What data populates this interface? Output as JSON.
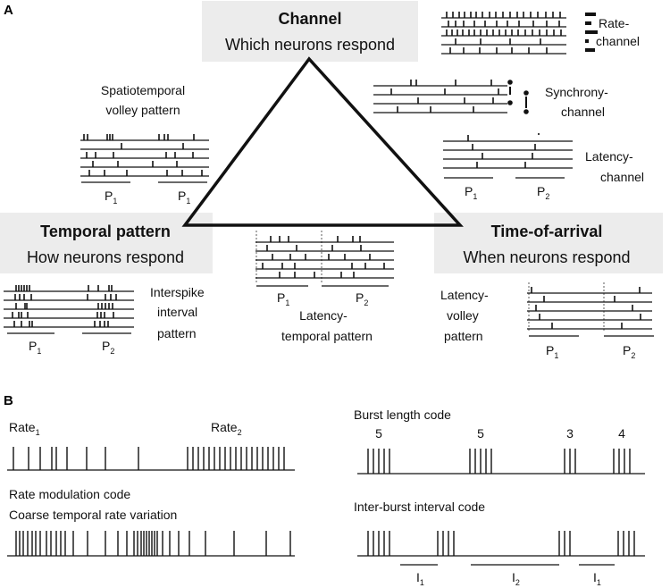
{
  "panels": {
    "a": "A",
    "b": "B"
  },
  "vertices": {
    "channel": {
      "title": "Channel",
      "subtitle": "Which neurons respond"
    },
    "temporal": {
      "title": "Temporal pattern",
      "subtitle": "How neurons respond"
    },
    "arrival": {
      "title": "Time-of-arrival",
      "subtitle": "When neurons respond"
    }
  },
  "codes_a": {
    "rate_channel": [
      "Rate-",
      "channel"
    ],
    "synchrony_channel": [
      "Synchrony-",
      "channel"
    ],
    "latency_channel": [
      "Latency-",
      "channel"
    ],
    "spatiotemporal": [
      "Spatiotemporal",
      "volley pattern"
    ],
    "isi": [
      "Interspike",
      "interval",
      "pattern"
    ],
    "latency_temporal": [
      "Latency-",
      "temporal pattern"
    ],
    "latency_volley": [
      "Latency-",
      "volley",
      "pattern"
    ],
    "p1": "P",
    "p2": "P",
    "sub1": "1",
    "sub2": "2"
  },
  "codes_b": {
    "rate_label": "Rate",
    "rate_sub1": "1",
    "rate_sub2": "2",
    "rate_mod": [
      "Rate modulation code",
      "Coarse temporal rate variation"
    ],
    "burst_length": "Burst length code",
    "burst_counts": [
      "5",
      "5",
      "3",
      "4"
    ],
    "interburst": "Inter-burst interval code",
    "interval_label": "I",
    "interval_subs": [
      "1",
      "2",
      "1"
    ]
  },
  "spike_trains_b": {
    "rate": [
      15,
      32,
      45,
      58,
      63,
      75,
      97,
      118,
      155,
      210,
      216,
      222,
      228,
      234,
      240,
      246,
      252,
      258,
      264,
      270,
      276,
      282,
      288,
      294,
      300,
      306,
      312,
      318
    ],
    "rate_modulation": [
      18,
      22,
      26,
      31,
      36,
      40,
      45,
      52,
      57,
      63,
      68,
      73,
      82,
      98,
      118,
      132,
      142,
      150,
      154,
      158,
      161,
      164,
      167,
      170,
      173,
      176,
      182,
      190,
      200,
      212,
      230,
      262,
      298,
      325
    ],
    "burst_length": [
      [
        412,
        418,
        424,
        430,
        436
      ],
      [
        526,
        532,
        538,
        544,
        550
      ],
      [
        632,
        638,
        644
      ],
      [
        687,
        693,
        699,
        705
      ]
    ],
    "interburst": [
      [
        412,
        418,
        424,
        430,
        436
      ],
      [
        490,
        496,
        502,
        508
      ],
      [
        626,
        632,
        638
      ],
      [
        692,
        698,
        704,
        710
      ]
    ]
  }
}
